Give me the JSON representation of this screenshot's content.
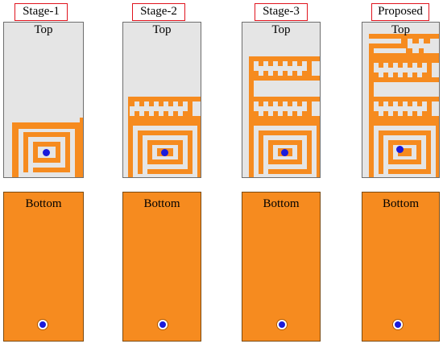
{
  "colors": {
    "copper": "#f68b1f",
    "substrate": "#e5e5e5",
    "via": "#1a1adb",
    "label_border": "#e0141e"
  },
  "stages": [
    {
      "title": "Stage-1",
      "top_label": "Top",
      "bottom_label": "Bottom"
    },
    {
      "title": "Stage-2",
      "top_label": "Top",
      "bottom_label": "Bottom"
    },
    {
      "title": "Stage-3",
      "top_label": "Top",
      "bottom_label": "Bottom"
    },
    {
      "title": "Proposed",
      "top_label": "Top",
      "bottom_label": "Bottom"
    }
  ]
}
